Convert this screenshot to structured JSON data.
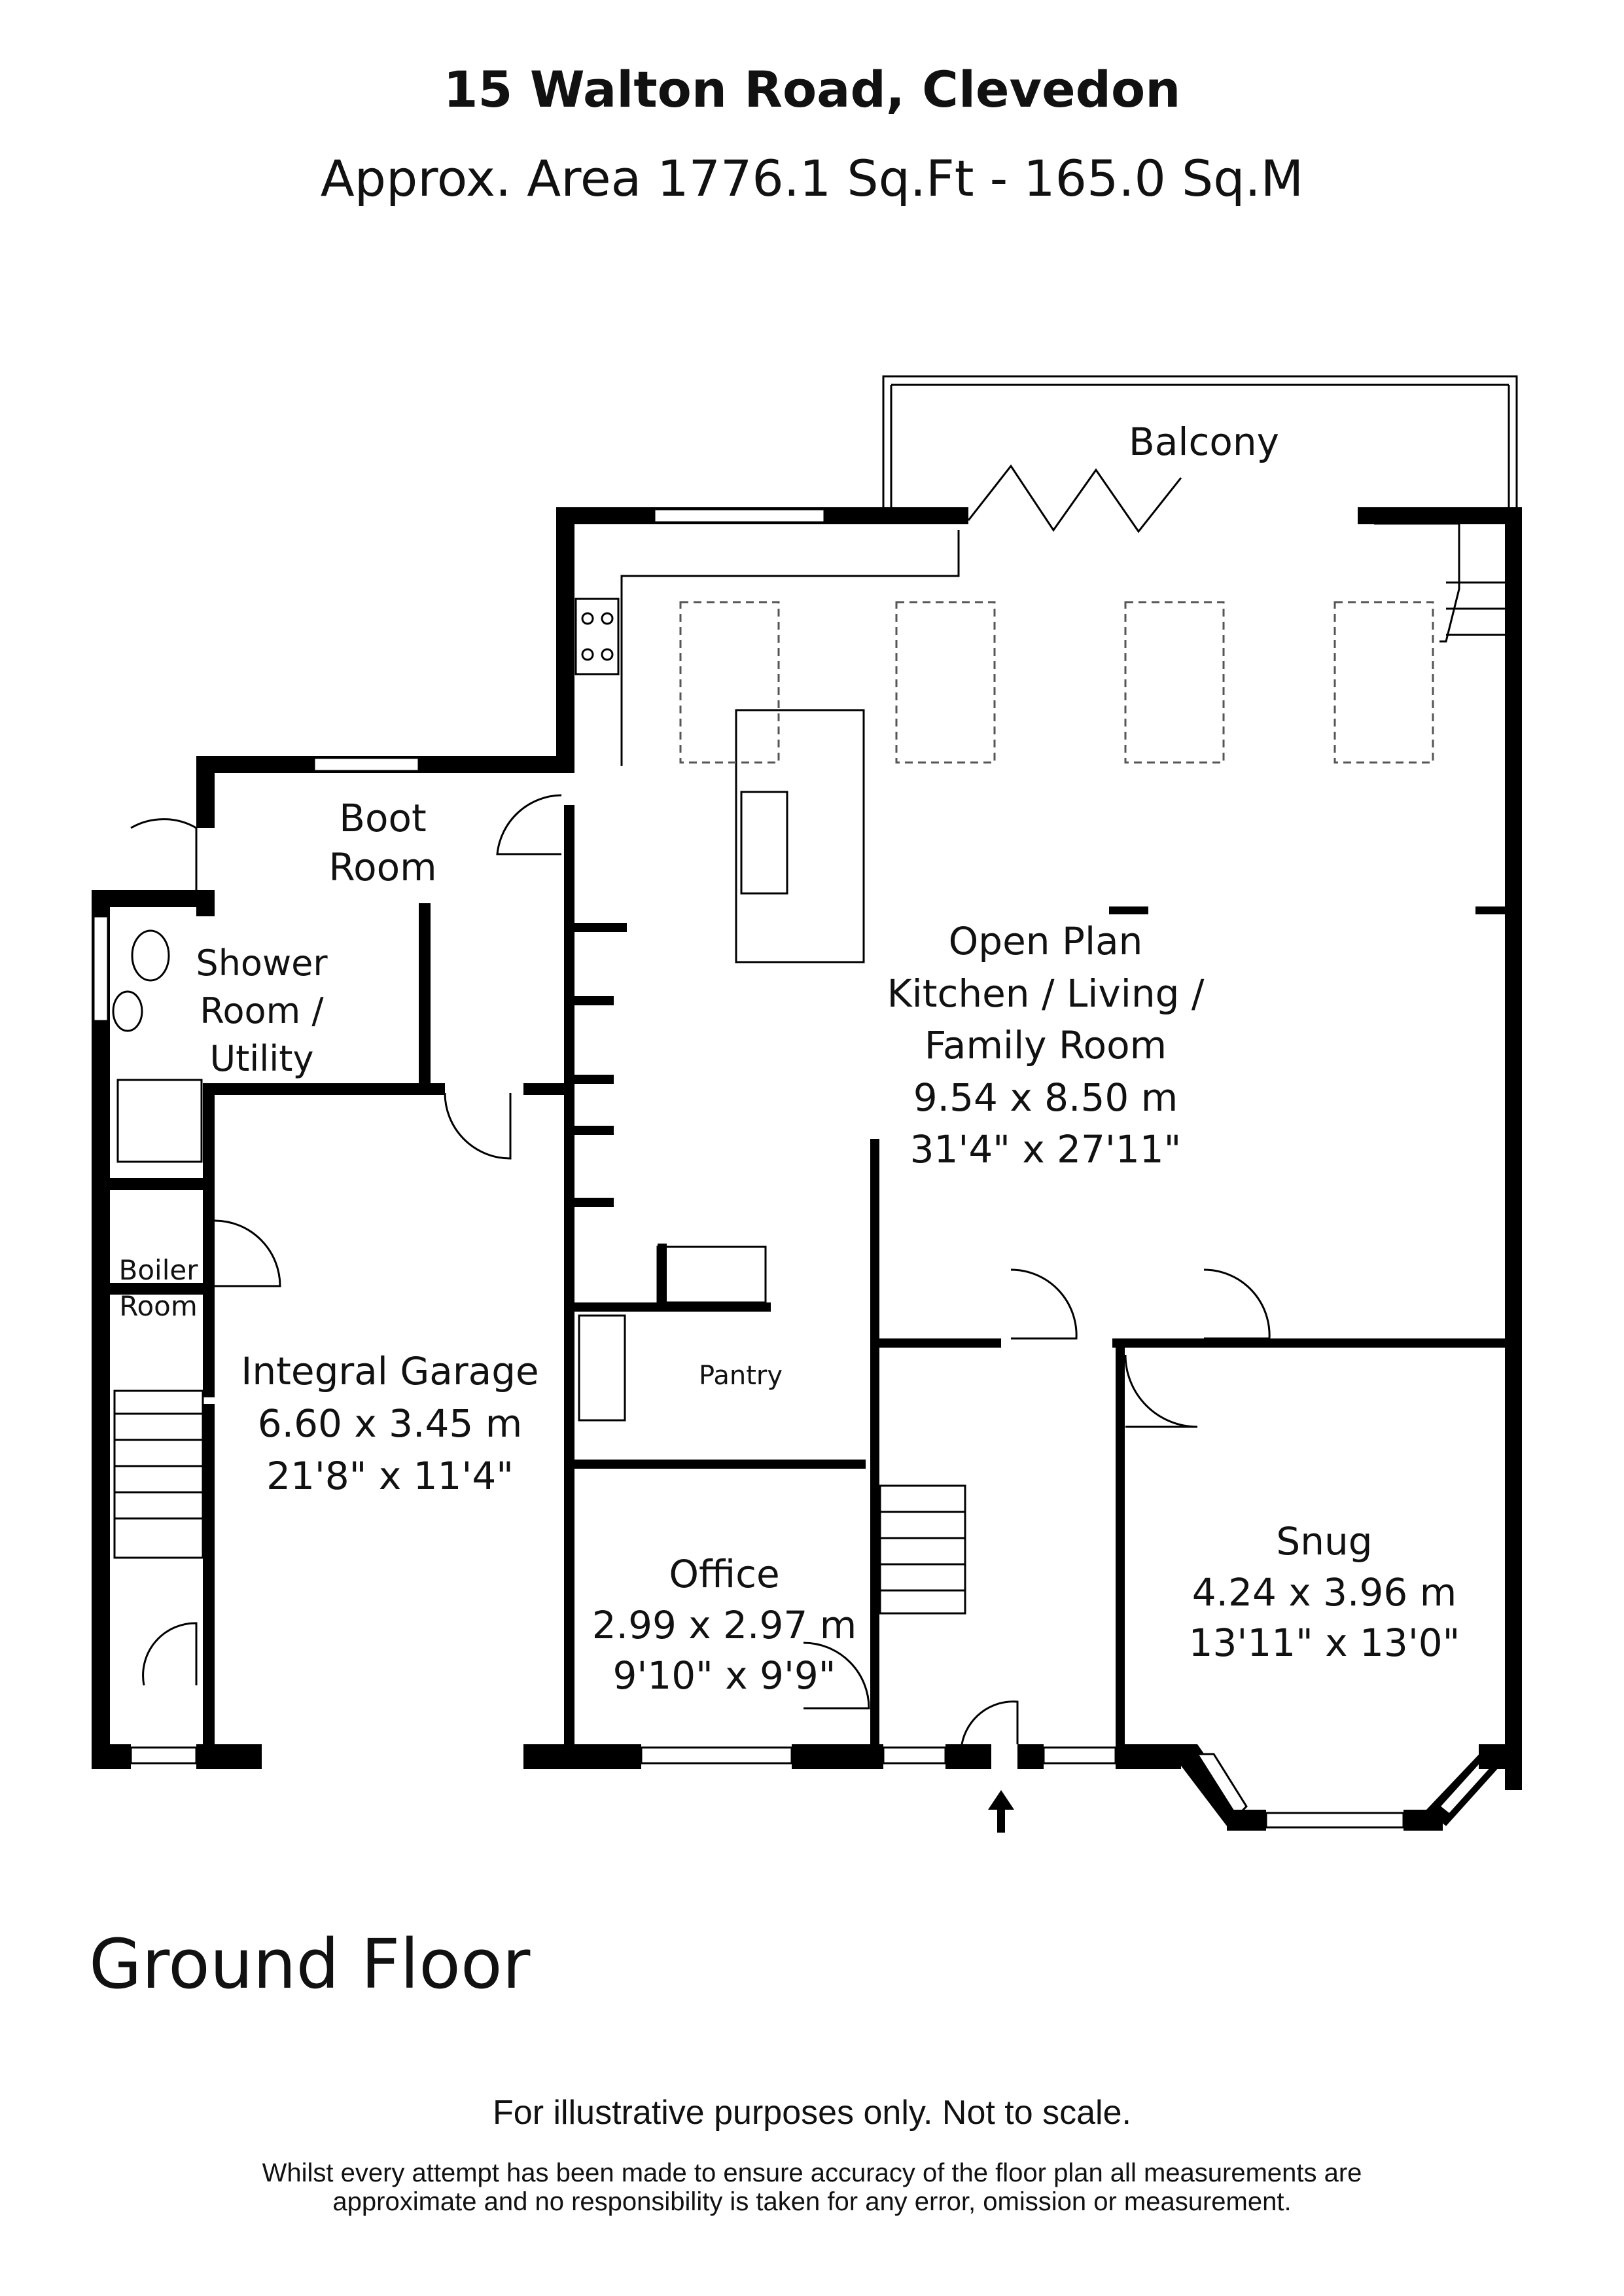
{
  "header": {
    "title": "15 Walton Road, Clevedon",
    "subtitle": "Approx. Area 1776.1 Sq.Ft - 165.0 Sq.M"
  },
  "floor": {
    "label": "Ground Floor"
  },
  "rooms": {
    "balcony": {
      "name": "Balcony"
    },
    "boot_room": {
      "line1": "Boot",
      "line2": "Room"
    },
    "shower_room": {
      "line1": "Shower",
      "line2": "Room /",
      "line3": "Utility"
    },
    "open_plan": {
      "line1": "Open Plan",
      "line2": "Kitchen / Living /",
      "line3": "Family Room",
      "metric": "9.54 x 8.50 m",
      "imperial": "31'4\" x 27'11\""
    },
    "boiler_room": {
      "line1": "Boiler",
      "line2": "Room"
    },
    "garage": {
      "name": "Integral Garage",
      "metric": "6.60 x 3.45 m",
      "imperial": "21'8\" x 11'4\""
    },
    "pantry": {
      "name": "Pantry"
    },
    "office": {
      "name": "Office",
      "metric": "2.99 x 2.97 m",
      "imperial": "9'10\" x 9'9\""
    },
    "snug": {
      "name": "Snug",
      "metric": "4.24 x 3.96 m",
      "imperial": "13'11\" x 13'0\""
    }
  },
  "disclaimer": {
    "line1": "For illustrative purposes only. Not to scale.",
    "line2": "Whilst every attempt has been made to ensure accuracy of the floor plan all measurements are",
    "line3": "approximate and no responsibility is taken for any error, omission or measurement."
  }
}
